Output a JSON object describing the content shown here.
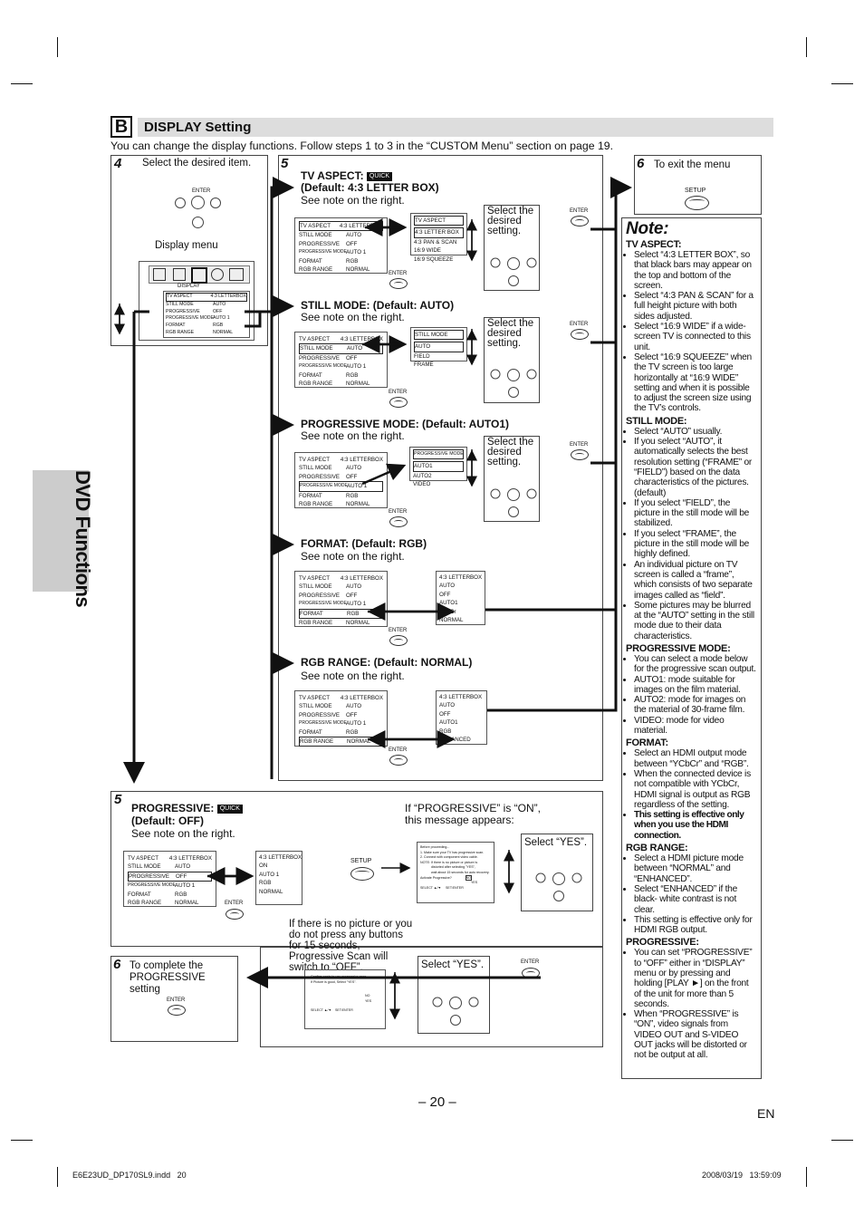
{
  "section": {
    "letter": "B",
    "title": "DISPLAY Setting",
    "intro": "You can change the display functions. Follow steps 1 to 3 in the “CUSTOM Menu” section on page 19."
  },
  "side_tab": "DVD Functions",
  "step4": {
    "num": "4",
    "text": "Select the desired item.",
    "display_menu_label": "Display menu",
    "enter": "ENTER",
    "display_word": "DISPLAY"
  },
  "menu_items": [
    {
      "label": "TV ASPECT",
      "value": "4:3 LETTERBOX"
    },
    {
      "label": "STILL MODE",
      "value": "AUTO"
    },
    {
      "label": "PROGRESSIVE",
      "value": "OFF"
    },
    {
      "label": "PROGRESSIVE MODE",
      "value": "AUTO 1"
    },
    {
      "label": "FORMAT",
      "value": "RGB"
    },
    {
      "label": "RGB RANGE",
      "value": "NORMAL"
    }
  ],
  "step5": {
    "num": "5",
    "quick": "QUICK",
    "see_note": "See note on the right.",
    "select_desired": "Select the desired setting.",
    "enter": "ENTER",
    "tv_aspect": {
      "title": "TV ASPECT:",
      "default": "(Default: 4:3 LETTER BOX)",
      "opt_title": "TV ASPECT",
      "options": [
        "4:3 LETTER BOX",
        "4:3 PAN & SCAN",
        "16:9 WIDE",
        "16:9 SQUEEZE"
      ]
    },
    "still_mode": {
      "title": "STILL MODE: (Default: AUTO)",
      "opt_title": "STILL MODE",
      "options": [
        "AUTO",
        "FIELD",
        "FRAME"
      ]
    },
    "prog_mode": {
      "title": "PROGRESSIVE MODE: (Default: AUTO1)",
      "opt_title": "PROGRESSIVE MODE",
      "options": [
        "AUTO1",
        "AUTO2",
        "VIDEO"
      ]
    },
    "format": {
      "title": "FORMAT: (Default: RGB)",
      "options": [
        "4:3 LETTERBOX",
        "AUTO",
        "OFF",
        "AUTO1",
        "YCbCr",
        "NORMAL"
      ]
    },
    "rgb_range": {
      "title": "RGB RANGE: (Default: NORMAL)",
      "options": [
        "4:3 LETTERBOX",
        "AUTO",
        "OFF",
        "AUTO1",
        "RGB",
        "ENHANCED"
      ]
    }
  },
  "step6_top": {
    "num": "6",
    "text": "To exit the menu",
    "setup": "SETUP"
  },
  "progressive_block": {
    "num": "5",
    "title": "PROGRESSIVE:",
    "quick": "QUICK",
    "default": "(Default: OFF)",
    "see_note": "See note on the right.",
    "on_values": [
      "4:3 LETTERBOX",
      "ON",
      "AUTO 1",
      "RGB",
      "NORMAL"
    ],
    "if_on": "If “PROGRESSIVE” is “ON”, this message appears:",
    "select_yes": "Select “YES”.",
    "setup": "SETUP",
    "enter": "ENTER",
    "message_lines": [
      "Before proceeding...",
      "1. Make sure your TV has progressive scan.",
      "2. Connect with component video cable.",
      "NOTE:  If there is no picture or picture is",
      "distorted after selecting \"YES\",",
      "wait about 15 seconds for auto recovery.",
      "Activate Progressive?",
      "NO",
      "YES",
      "SELECT",
      "SET:ENTER"
    ],
    "no_picture": "If there is no picture or you do not press any buttons for 15 seconds, Progressive Scan will switch to “OFF”.",
    "confirm_lines": [
      "Confirm again to use progressive scan.",
      "If Picture is good, Select \"YES\".",
      "NO",
      "YES",
      "SELECT",
      "SET:ENTER"
    ]
  },
  "step6_bottom": {
    "num": "6",
    "text": "To complete the PROGRESSIVE setting",
    "enter": "ENTER"
  },
  "note": {
    "title": "Note:",
    "tv_aspect": {
      "head": "TV ASPECT:",
      "items": [
        "Select “4:3 LETTER BOX”, so that black bars may appear on the top and bottom of the screen.",
        "Select “4:3 PAN & SCAN” for a full height picture with both sides adjusted.",
        "Select “16:9 WIDE” if a wide-screen TV is connected to this unit.",
        "Select “16:9 SQUEEZE” when the TV screen is too large horizontally at “16:9 WIDE” setting and when it is possible to adjust the screen size using the TV’s controls."
      ]
    },
    "still_mode": {
      "head": "STILL MODE:",
      "items": [
        "Select “AUTO” usually.",
        "If you select “AUTO”, it automatically selects the best resolution setting (“FRAME” or “FIELD”) based on the data characteristics of the pictures. (default)",
        "If you select “FIELD”, the picture in the still mode will be stabilized.",
        "If you select “FRAME”, the picture in the still mode will be highly defined.",
        "An individual picture on TV screen is called a “frame”, which consists of two separate images called as “field”.",
        "Some pictures may be blurred at the “AUTO” setting in the still mode due to their data characteristics."
      ]
    },
    "prog_mode": {
      "head": "PROGRESSIVE MODE:",
      "items": [
        "You can select a mode below for the progressive scan output.",
        "AUTO1: mode suitable for images on the film material.",
        "AUTO2: mode for images on the material of 30-frame film.",
        "VIDEO:  mode for video material."
      ]
    },
    "format": {
      "head": "FORMAT:",
      "items": [
        "Select an HDMI output mode between “YCbCr” and “RGB”.",
        "When the connected device is not compatible with YCbCr, HDMI signal is output as RGB regardless of the setting.",
        "This setting is effective only when you use the HDMI connection."
      ]
    },
    "rgb_range": {
      "head": "RGB RANGE:",
      "items": [
        "Select a HDMI picture mode between “NORMAL” and “ENHANCED”.",
        "Select “ENHANCED” if the black- white contrast is not clear.",
        "This setting is effective only for HDMI RGB output."
      ]
    },
    "progressive": {
      "head": "PROGRESSIVE:",
      "items": [
        "You can set “PROGRESSIVE” to “OFF” either in “DISPLAY” menu or by pressing and holding [PLAY ►] on the front of the unit for more than 5 seconds.",
        "When “PROGRESSIVE” is “ON”, video signals from VIDEO OUT and S-VIDEO OUT jacks will be distorted or not be output at all."
      ]
    }
  },
  "footer": {
    "page": "– 20 –",
    "lang": "EN",
    "file": "E6E23UD_DP170SL9.indd   20",
    "date": "2008/03/19   13:59:09"
  }
}
